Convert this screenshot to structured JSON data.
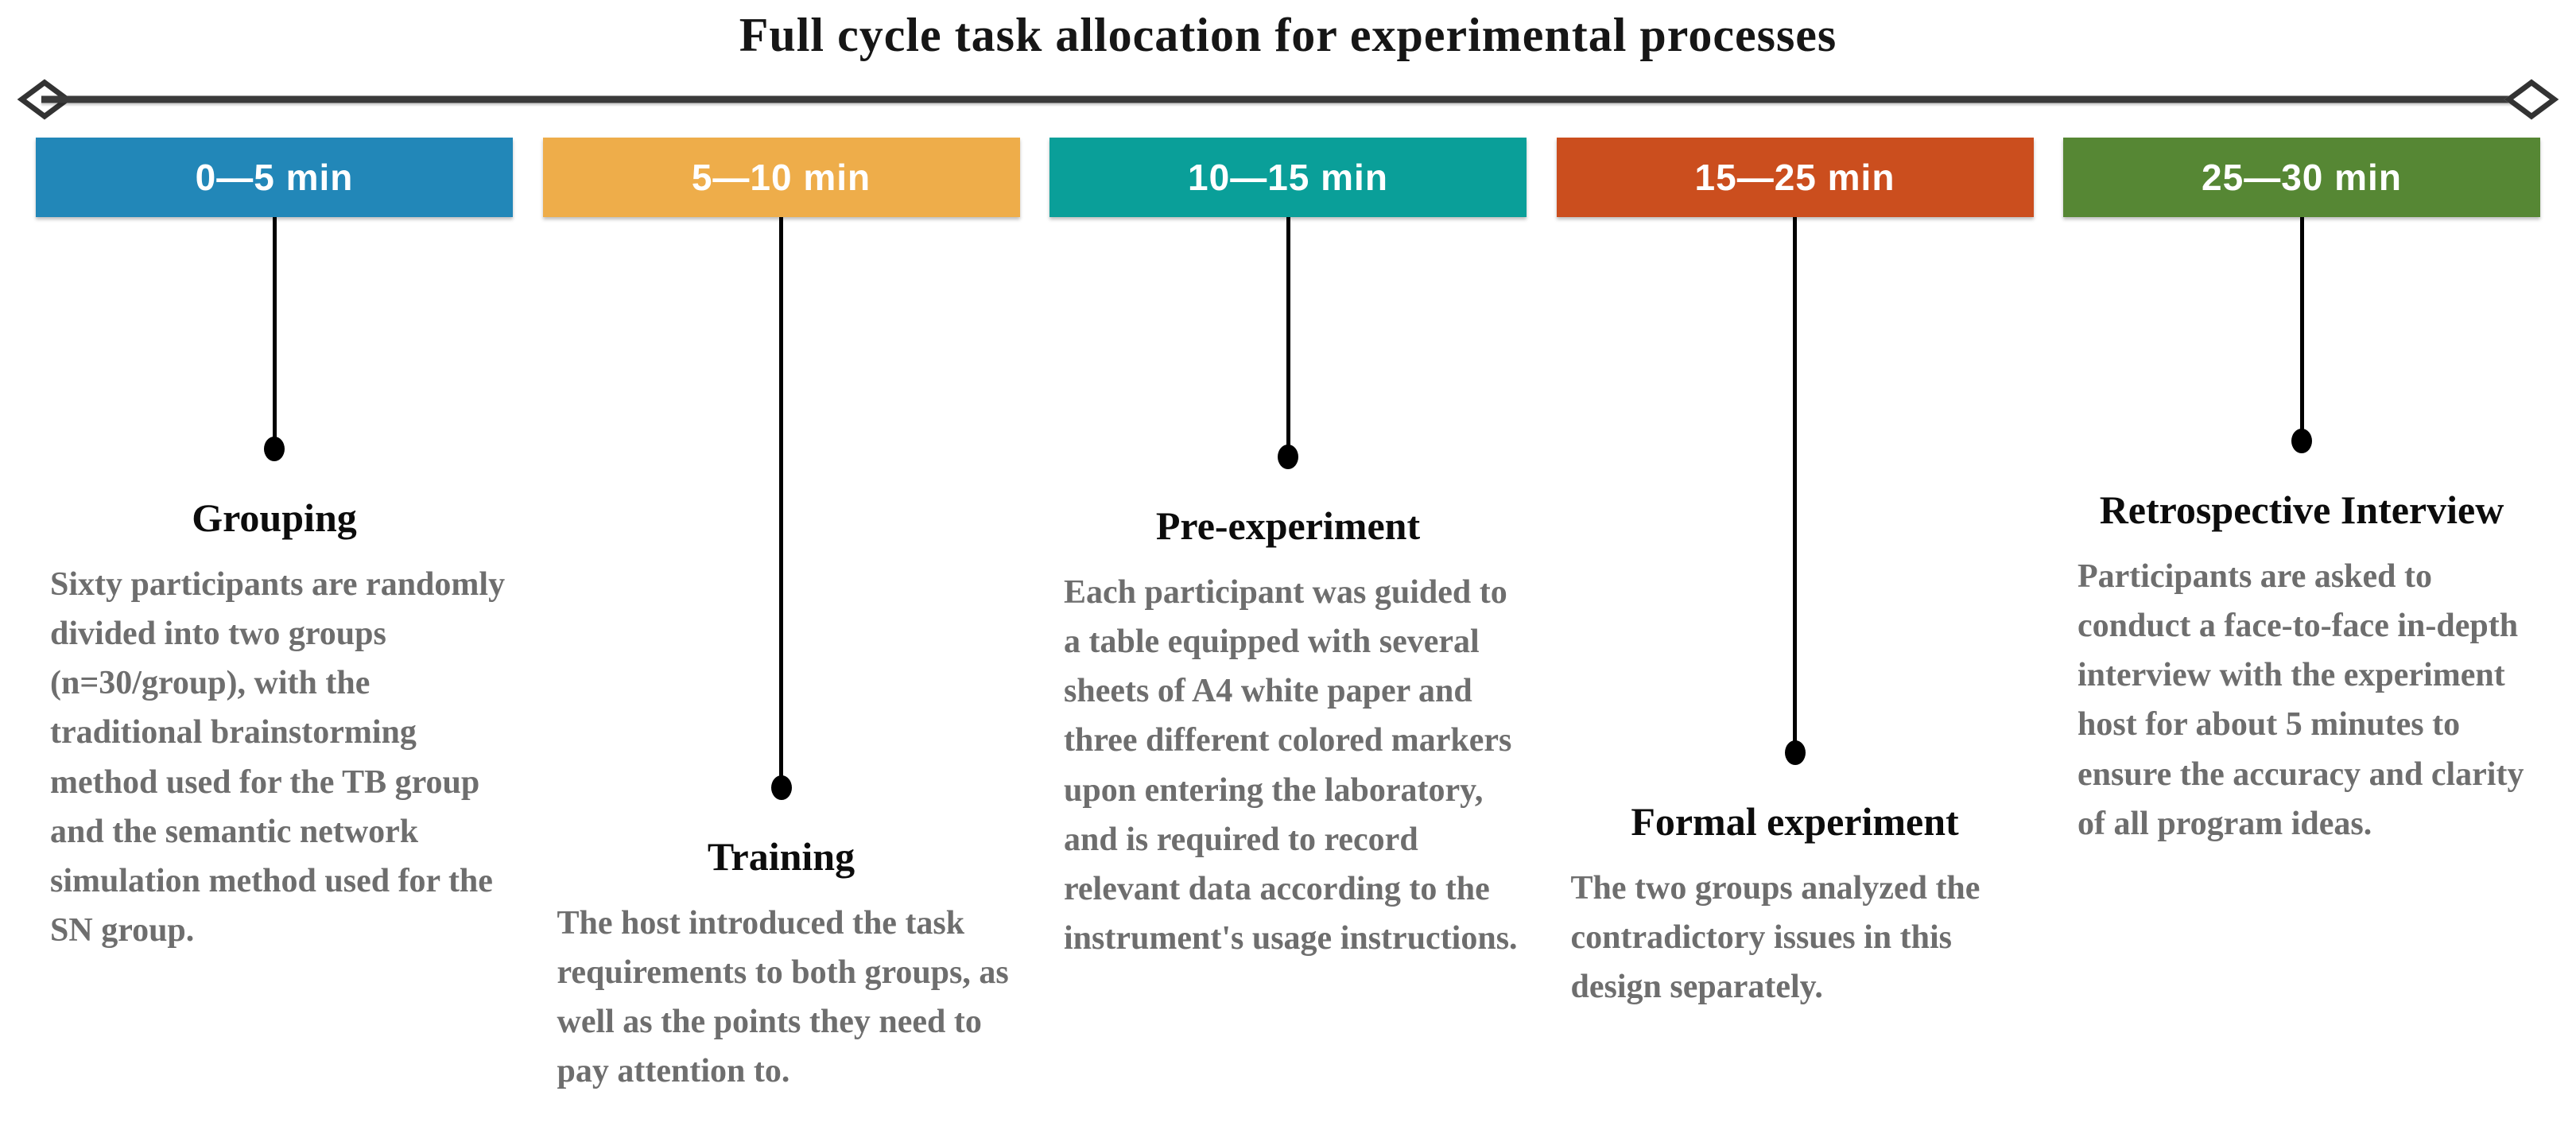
{
  "title": "Full cycle task allocation for experimental processes",
  "axis": {
    "line_color": "#3a3a3a"
  },
  "phases": [
    {
      "time": "0—5 min",
      "color": "#2287b8",
      "heading": "Grouping",
      "description": "Sixty participants are randomly divided into two groups (n=30/group), with the traditional brainstorming method used for the TB group and the semantic network simulation method used for the SN group."
    },
    {
      "time": "5—10 min",
      "color": "#eead4a",
      "heading": "Training",
      "description": "The host introduced the task requirements to both groups, as well as the points they need to pay attention to."
    },
    {
      "time": "10—15 min",
      "color": "#0a9f99",
      "heading": "Pre-experiment",
      "description": "Each participant was guided to a table equipped with several sheets of A4 white paper and three different colored markers upon entering the laboratory, and is required to record relevant data according to the instrument's usage instructions."
    },
    {
      "time": "15—25 min",
      "color": "#cb4e1e",
      "heading": "Formal experiment",
      "description": "The two groups analyzed the contradictory issues in this design separately."
    },
    {
      "time": "25—30 min",
      "color": "#568734",
      "heading": "Retrospective Interview",
      "description": "Participants are asked to conduct a face-to-face in-depth interview with the experiment host for about 5 minutes to ensure the accuracy and clarity of all program ideas."
    }
  ]
}
